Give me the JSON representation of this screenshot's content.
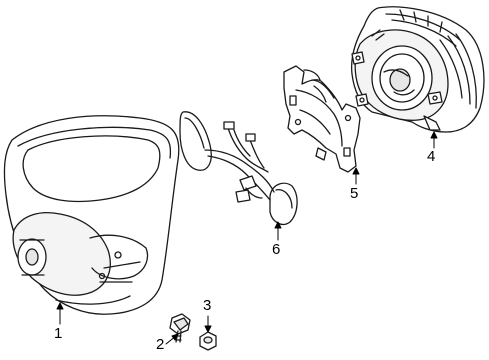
{
  "diagram": {
    "callouts": [
      {
        "id": "1",
        "label": "1",
        "part": "steering-wheel"
      },
      {
        "id": "2",
        "label": "2",
        "part": "bolt"
      },
      {
        "id": "3",
        "label": "3",
        "part": "nut"
      },
      {
        "id": "4",
        "label": "4",
        "part": "air-bag-module"
      },
      {
        "id": "5",
        "label": "5",
        "part": "bracket"
      },
      {
        "id": "6",
        "label": "6",
        "part": "switch-harness"
      }
    ],
    "colors": {
      "line": "#1a1a1a",
      "fill": "#ffffff",
      "shade": "#e6e6e6"
    }
  }
}
